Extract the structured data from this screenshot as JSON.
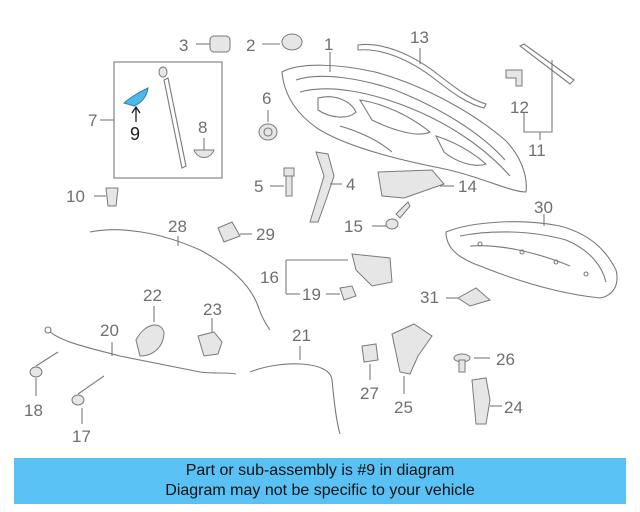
{
  "callouts": {
    "n1": "1",
    "n2": "2",
    "n3": "3",
    "n4": "4",
    "n5": "5",
    "n6": "6",
    "n7": "7",
    "n8": "8",
    "n9": "9",
    "n10": "10",
    "n11": "11",
    "n12": "12",
    "n13": "13",
    "n14": "14",
    "n15": "15",
    "n16": "16",
    "n17": "17",
    "n18": "18",
    "n19": "19",
    "n20": "20",
    "n21": "21",
    "n22": "22",
    "n23": "23",
    "n24": "24",
    "n25": "25",
    "n26": "26",
    "n27": "27",
    "n28": "28",
    "n29": "29",
    "n30": "30",
    "n31": "31"
  },
  "highlight": {
    "part_number": "9",
    "color": "#4fb8e8"
  },
  "banner": {
    "line1": "Part or sub-assembly is #9 in diagram",
    "line2": "Diagram may not be specific to your vehicle",
    "background": "#59c1f4"
  }
}
